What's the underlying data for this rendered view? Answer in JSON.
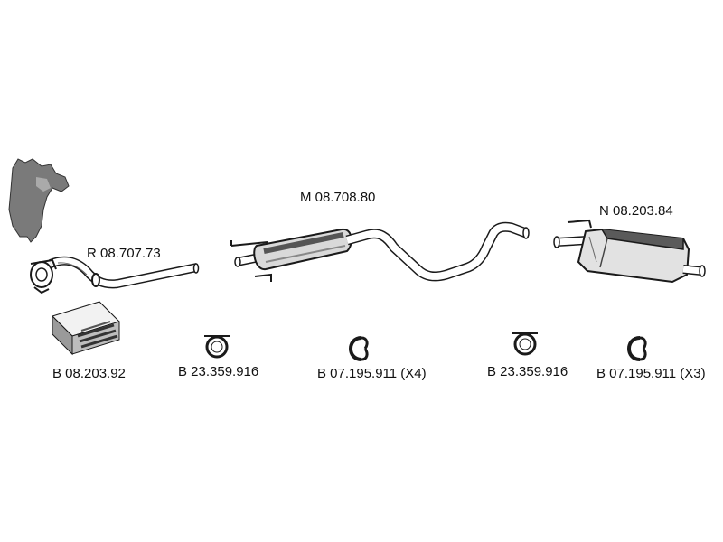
{
  "parts": {
    "front_pipe": {
      "code": "R 08.707.73"
    },
    "middle_silencer": {
      "code": "M 08.708.80"
    },
    "rear_silencer": {
      "code": "N 08.203.84"
    }
  },
  "fittings": [
    {
      "code": "B 08.203.92"
    },
    {
      "code": "B 23.359.916"
    },
    {
      "code": "B 07.195.911 (X4)"
    },
    {
      "code": "B 23.359.916"
    },
    {
      "code": "B 07.195.911 (X3)"
    }
  ],
  "colors": {
    "line": "#1a1a1a",
    "fill_dark": "#555555",
    "fill_light": "#e6e6e6",
    "background": "#ffffff"
  }
}
